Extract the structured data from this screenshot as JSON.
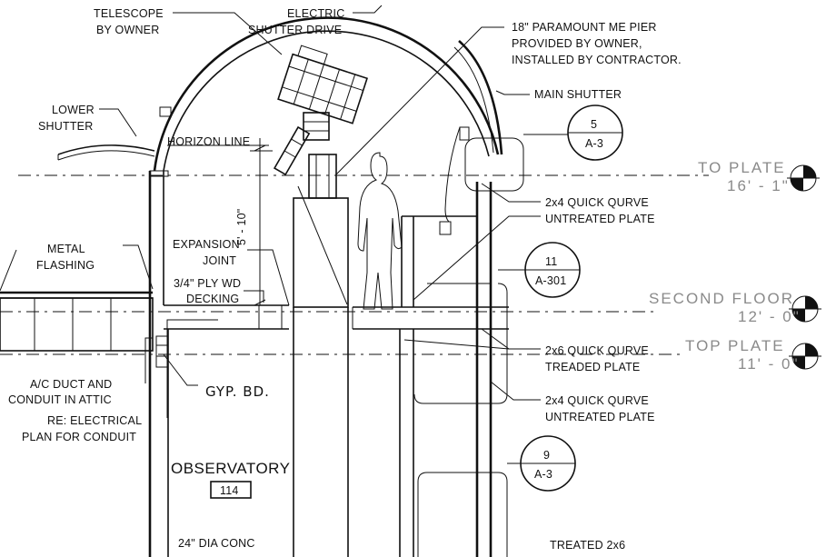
{
  "labels": {
    "telescope": [
      "TELESCOPE",
      "BY OWNER"
    ],
    "electric_shutter": [
      "ELECTRIC",
      "SHUTTER DRIVE"
    ],
    "pier": [
      "18\" PARAMOUNT ME PIER",
      "PROVIDED BY OWNER,",
      "INSTALLED BY CONTRACTOR."
    ],
    "main_shutter": "MAIN SHUTTER",
    "lower_shutter": [
      "LOWER",
      "SHUTTER"
    ],
    "horizon_line": "HORIZON LINE",
    "dimension": "5' - 10\"",
    "quick_qurve_top": [
      "2x4 QUICK QURVE",
      "UNTREATED PLATE"
    ],
    "metal_flashing": [
      "METAL",
      "FLASHING"
    ],
    "expansion_joint": [
      "EXPANSION",
      "JOINT"
    ],
    "ply_decking": [
      "3/4\" PLY WD",
      "DECKING"
    ],
    "qurve_treaded": [
      "2x6 QUICK QURVE",
      "TREADED PLATE"
    ],
    "qurve_untreated_2": [
      "2x4 QUICK QURVE",
      "UNTREATED PLATE"
    ],
    "ac_duct": [
      "A/C DUCT AND",
      "CONDUIT IN ATTIC"
    ],
    "electrical": [
      "RE: ELECTRICAL",
      "PLAN FOR CONDUIT"
    ],
    "gyp_bd": "GYP. BD.",
    "room_name": "OBSERVATORY",
    "room_number": "114",
    "footing": "24\" DIA CONC",
    "treated": "TREATED 2x6"
  },
  "callouts": [
    {
      "top": "5",
      "bottom": "A-3"
    },
    {
      "top": "11",
      "bottom": "A-301"
    },
    {
      "top": "9",
      "bottom": "A-3"
    }
  ],
  "levels": [
    {
      "name": "TO PLATE",
      "elev": "16' - 1\""
    },
    {
      "name": "SECOND FLOOR",
      "elev": "12' - 0\""
    },
    {
      "name": "TOP PLATE",
      "elev": "11' - 0\""
    }
  ]
}
